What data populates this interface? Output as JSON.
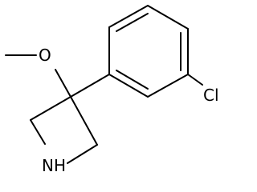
{
  "molecule": {
    "atoms": {
      "oxygen": "O",
      "chlorine": "Cl",
      "nitrogen_h": "NH"
    },
    "colors": {
      "bond": "#000000",
      "label": "#000000",
      "background": "#ffffff"
    }
  }
}
